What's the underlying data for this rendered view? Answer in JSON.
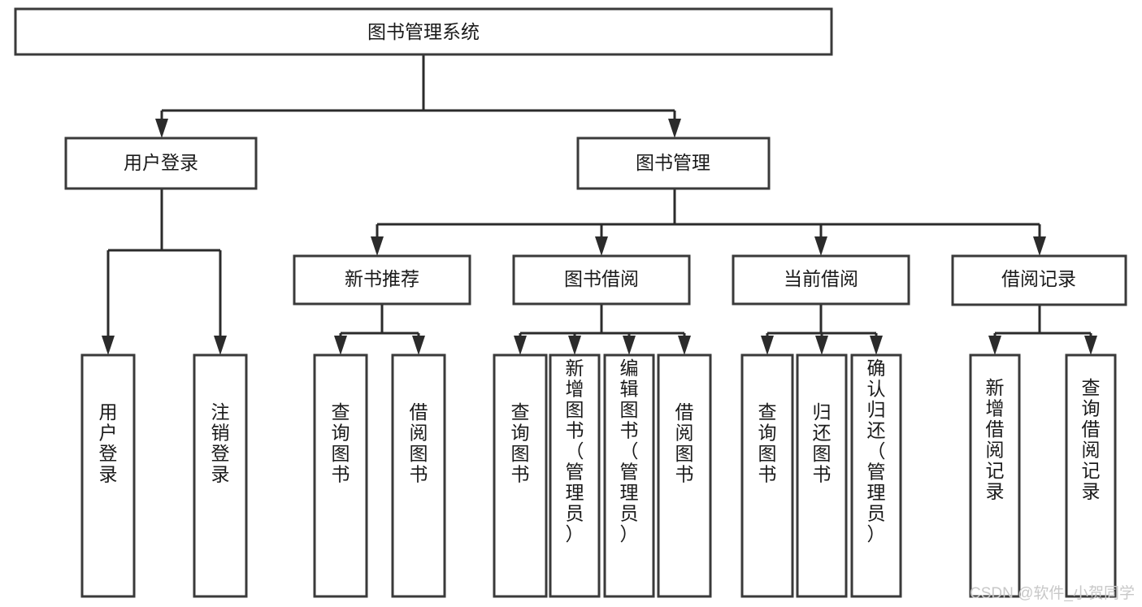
{
  "diagram": {
    "title": "图书管理系统",
    "type": "tree-hierarchy-chart",
    "watermark": "CSDN @软件_小贺同学",
    "colors": {
      "background": "#ffffff",
      "box_border": "#3a3a3a",
      "box_fill": "#ffffff",
      "connector": "#2b2b2b",
      "text": "#1a1a1a",
      "watermark": "#c8c8c8"
    },
    "levels": {
      "root": {
        "label": "图书管理系统"
      },
      "level2": [
        {
          "id": "user-login",
          "label": "用户登录"
        },
        {
          "id": "book-management",
          "label": "图书管理"
        }
      ],
      "level3": [
        {
          "id": "new-book-recommend",
          "label": "新书推荐",
          "parent": "book-management"
        },
        {
          "id": "book-borrow",
          "label": "图书借阅",
          "parent": "book-management"
        },
        {
          "id": "current-borrow",
          "label": "当前借阅",
          "parent": "book-management"
        },
        {
          "id": "borrow-record",
          "label": "借阅记录",
          "parent": "book-management"
        }
      ],
      "leaves": [
        {
          "id": "leaf-user-login",
          "label": "用户登录",
          "parent": "user-login"
        },
        {
          "id": "leaf-logout-login",
          "label": "注销登录",
          "parent": "user-login"
        },
        {
          "id": "leaf-query-book-1",
          "label": "查询图书",
          "parent": "new-book-recommend"
        },
        {
          "id": "leaf-borrow-book-1",
          "label": "借阅图书",
          "parent": "new-book-recommend"
        },
        {
          "id": "leaf-query-book-2",
          "label": "查询图书",
          "parent": "book-borrow"
        },
        {
          "id": "leaf-add-book",
          "label": "新增图书（管理员）",
          "parent": "book-borrow"
        },
        {
          "id": "leaf-edit-book",
          "label": "编辑图书（管理员）",
          "parent": "book-borrow"
        },
        {
          "id": "leaf-borrow-book-2",
          "label": "借阅图书",
          "parent": "book-borrow"
        },
        {
          "id": "leaf-query-book-3",
          "label": "查询图书",
          "parent": "current-borrow"
        },
        {
          "id": "leaf-return-book",
          "label": "归还图书",
          "parent": "current-borrow"
        },
        {
          "id": "leaf-confirm-return",
          "label": "确认归还（管理员）",
          "parent": "current-borrow"
        },
        {
          "id": "leaf-add-record",
          "label": "新增借阅记录",
          "parent": "borrow-record"
        },
        {
          "id": "leaf-query-record",
          "label": "查询借阅记录",
          "parent": "borrow-record"
        }
      ]
    }
  }
}
